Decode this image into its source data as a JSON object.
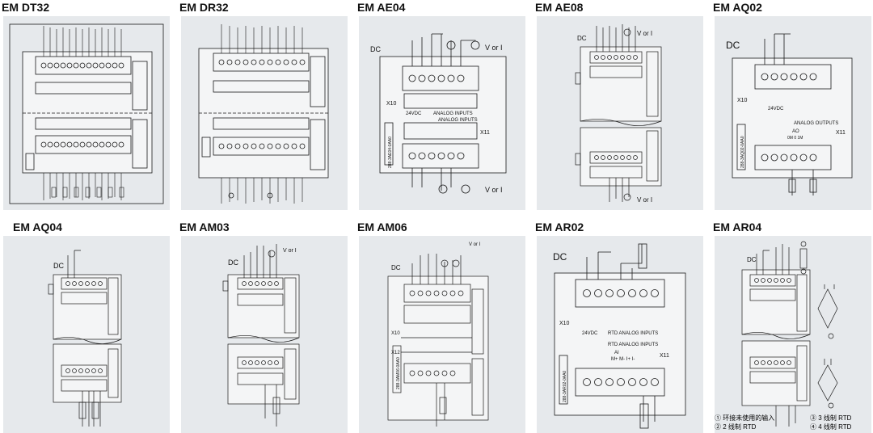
{
  "modules": [
    {
      "title": "EM DT32"
    },
    {
      "title": "EM DR32"
    },
    {
      "title": "EM AE04",
      "dc": "DC",
      "v_or_i": "V or I",
      "x10": "X10",
      "x11": "X11",
      "supply": "24VDC",
      "inputs_label": "ANALOG INPUTS",
      "part": "288-3AE04-0AA0"
    },
    {
      "title": "EM AE08",
      "dc": "DC",
      "v_or_i": "V or I"
    },
    {
      "title": "EM AQ02",
      "dc": "DC",
      "x10": "X10",
      "x11": "X11",
      "supply": "24VDC",
      "outputs_label": "ANALOG OUTPUTS",
      "ao": "AO",
      "ao_terms": "0M  0  1M",
      "part": "288-3AQ02-0AA0"
    },
    {
      "title": "EM AQ04",
      "dc": "DC"
    },
    {
      "title": "EM AM03",
      "dc": "DC",
      "v_or_i": "V or I"
    },
    {
      "title": "EM AM06",
      "dc": "DC",
      "v_or_i": "V or I",
      "x10": "X10",
      "x12": "X12",
      "part": "288-3AM06-0AA0"
    },
    {
      "title": "EM AR02",
      "dc": "DC",
      "x10": "X10",
      "x11": "X11",
      "supply": "24VDC",
      "rtd_label": "RTD ANALOG INPUTS",
      "ai": "AI",
      "ai_terms": "M+  M-  I+  I-",
      "part": "288-3AR02-0AA0"
    },
    {
      "title": "EM AR04",
      "dc": "DC"
    }
  ],
  "legend": {
    "item1": "① 环接未使用的输入",
    "item2": "② 2 线制 RTD",
    "item3": "③ 3 线制 RTD",
    "item4": "④ 4 线制 RTD"
  },
  "colors": {
    "panel": "#e6e9ec",
    "line": "#1a1a1a"
  }
}
